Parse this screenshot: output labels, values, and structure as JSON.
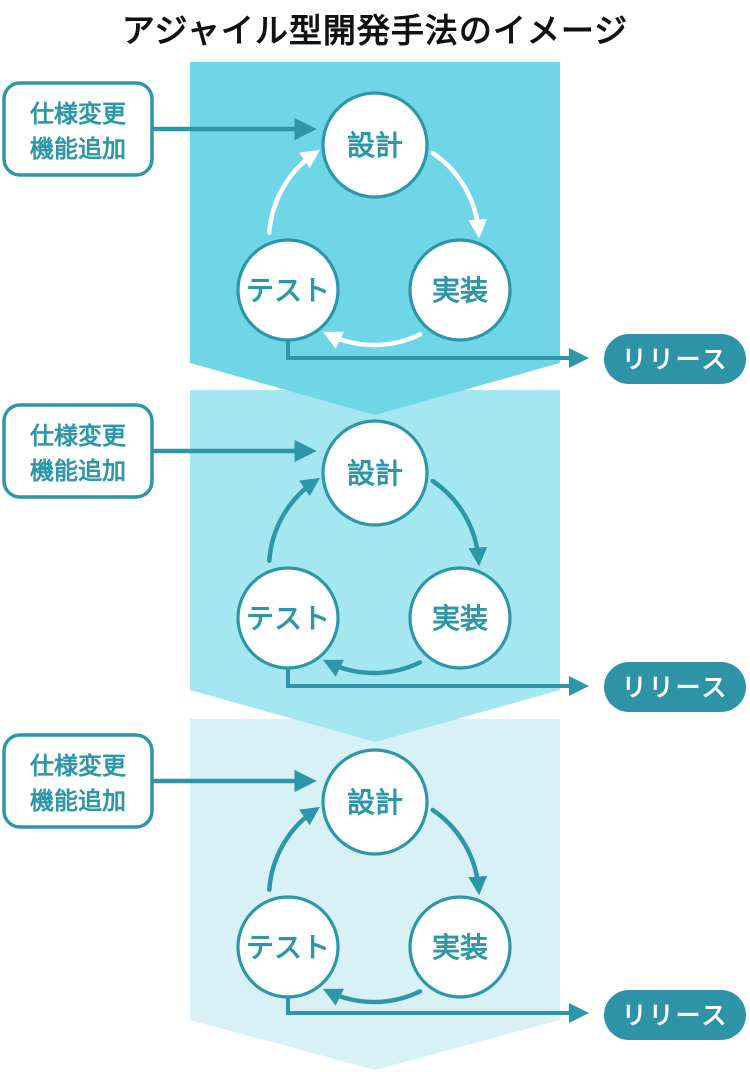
{
  "title": "アジャイル型開発手法のイメージ",
  "colors": {
    "accent_teal": "#2e96a9",
    "pill_teal": "#2e93a6",
    "title_text": "#111111",
    "node_fill": "#ffffff",
    "block1_bg": "#6fd6e7",
    "block2_bg": "#a5e7f0",
    "block3_bg": "#d8f1f6",
    "cycle_arrow_block1": "#ffffff",
    "cycle_arrow_block2": "#2e96a9",
    "cycle_arrow_block3": "#2e96a9"
  },
  "input_box": {
    "line1": "仕様変更",
    "line2": "機能追加"
  },
  "cycle": {
    "design": "設計",
    "implementation": "実装",
    "test": "テスト"
  },
  "release": {
    "label": "リリース"
  },
  "blocks": [
    {
      "id": "iteration-1",
      "bg": "#6fd6e7",
      "cycle_arrow_color": "#ffffff"
    },
    {
      "id": "iteration-2",
      "bg": "#a5e7f0",
      "cycle_arrow_color": "#2e96a9"
    },
    {
      "id": "iteration-3",
      "bg": "#d8f1f6",
      "cycle_arrow_color": "#2e96a9"
    }
  ]
}
